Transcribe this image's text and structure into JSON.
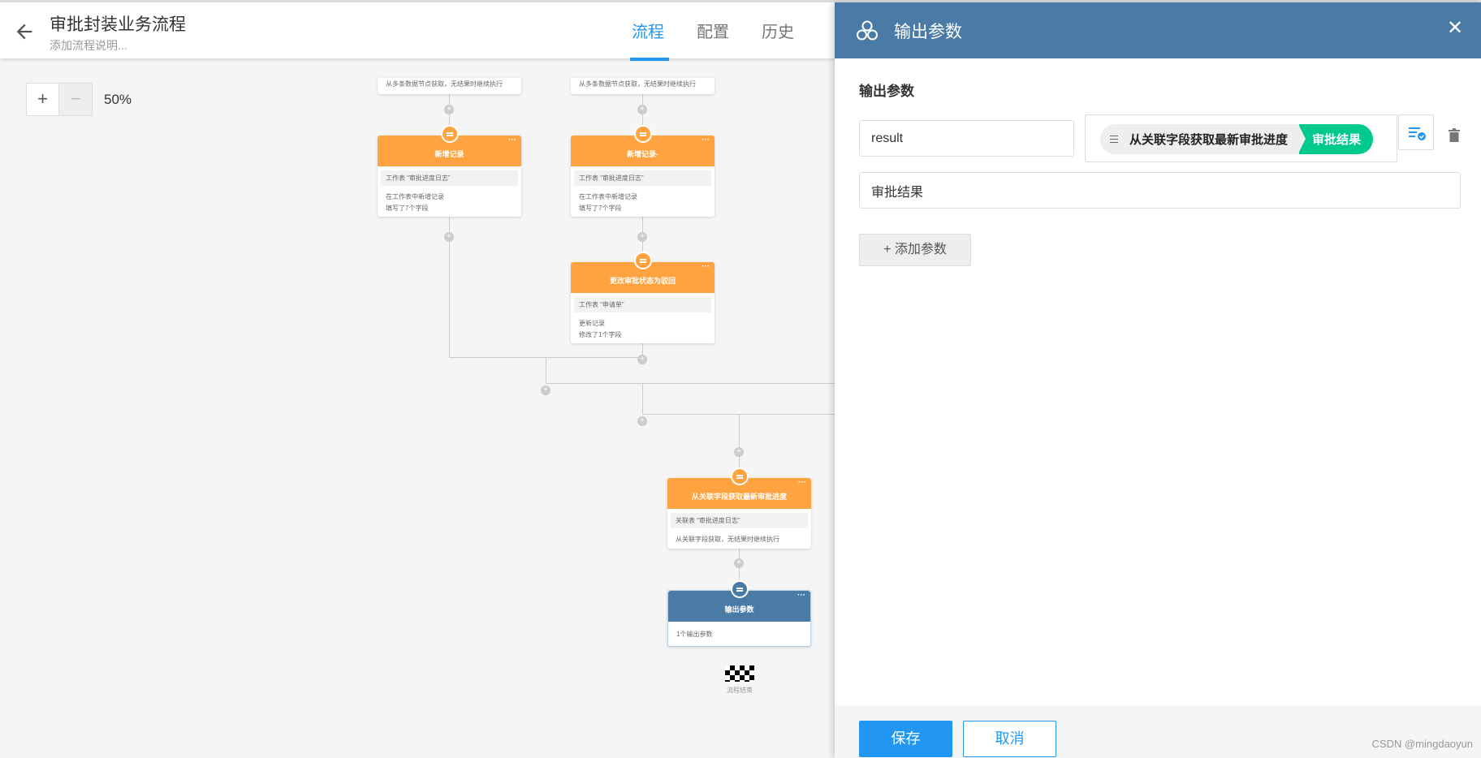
{
  "header": {
    "title": "审批封装业务流程",
    "subtitle": "添加流程说明...",
    "tabs": [
      {
        "label": "流程",
        "active": true
      },
      {
        "label": "配置",
        "active": false
      },
      {
        "label": "历史",
        "active": false
      }
    ]
  },
  "canvas": {
    "zoom": {
      "plus": "+",
      "minus": "−",
      "percent": "50%"
    },
    "top_nodes": [
      {
        "text": "从多条数据节点获取，无结果时继续执行"
      },
      {
        "text": "从多条数据节点获取，无结果时继续执行"
      }
    ],
    "nodes": [
      {
        "title": "新增记录",
        "row": "工作表 “审批进度日志”",
        "lines": [
          "在工作表中新增记录",
          "填写了7个字段"
        ]
      },
      {
        "title": "新增记录-",
        "row": "工作表 “审批进度日志”",
        "lines": [
          "在工作表中新增记录",
          "填写了7个字段"
        ]
      },
      {
        "title": "更改审批状态为驳回",
        "row": "工作表 “申请单”",
        "lines": [
          "更新记录",
          "修改了1个字段"
        ]
      },
      {
        "title": "从关联字段获取最新审批进度",
        "row": "关联表 “审批进度日志”",
        "lines": [
          "从关联字段获取，无结果时继续执行"
        ]
      },
      {
        "title": "输出参数",
        "row": "",
        "lines": [
          "1个输出参数"
        ]
      }
    ],
    "node_menu": "···",
    "end_label": "流程结束"
  },
  "panel": {
    "title": "输出参数",
    "close": "✕",
    "section": "输出参数",
    "param": {
      "name_value": "result",
      "source_node": "从关联字段获取最新审批进度",
      "source_field": "审批结果",
      "description_value": "审批结果"
    },
    "add_button": "+ 添加参数",
    "save_button": "保存",
    "cancel_button": "取消"
  },
  "watermark": "CSDN @mingdaoyun",
  "colors": {
    "accent": "#2196f3",
    "panel_header": "#4a7ba6",
    "node_orange": "#ffa340",
    "chip_green": "#00c98d"
  }
}
